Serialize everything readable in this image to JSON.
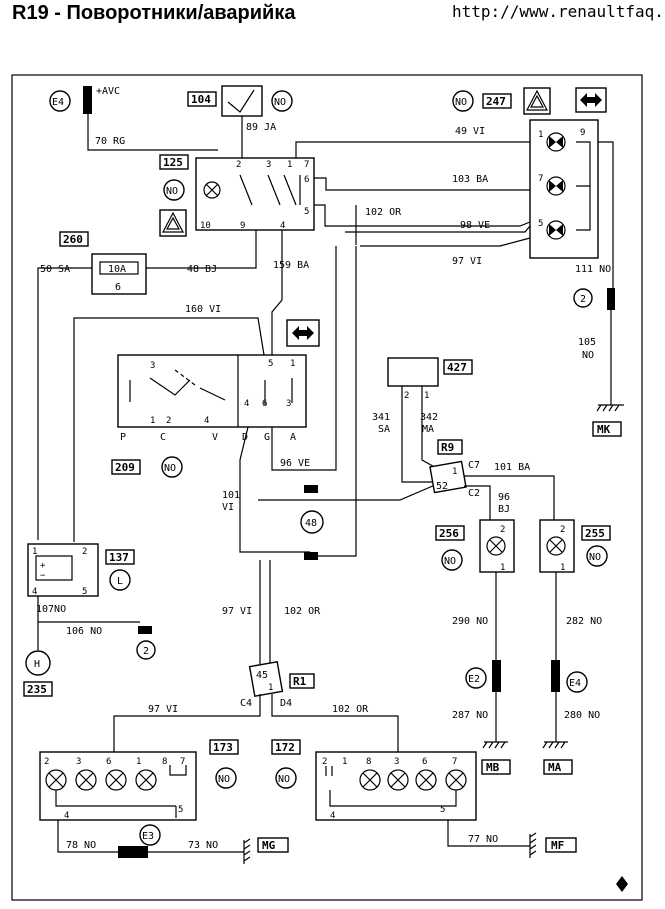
{
  "page": {
    "title": "R19 - Поворотники/аварийка",
    "site": "http://www.renaultfaq.ru"
  },
  "labels": {
    "e4_top": "E4",
    "avc": "+AVC",
    "w70": "70 RG",
    "c104": "104",
    "no_104": "NO",
    "w89": "89 JA",
    "c125": "125",
    "no_125": "NO",
    "no_247": "NO",
    "c247": "247",
    "w49": "49 VI",
    "w103": "103 BA",
    "w102a": "102 OR",
    "w98": "98 VE",
    "w97a": "97 VI",
    "w111": "111 NO",
    "g2a": "2",
    "w105": "105",
    "w105b": "NO",
    "mk": "MK",
    "c260": "260",
    "fuse_rating": "10A",
    "fuse_num": "6",
    "w50": "50 SA",
    "w48": "48 BJ",
    "w159": "159 BA",
    "w160": "160 VI",
    "c427": "427",
    "w341": "341",
    "w341b": "SA",
    "w342": "342",
    "w342b": "MA",
    "r9": "R9",
    "c7": "C7",
    "w101ba": "101 BA",
    "n52": "52",
    "c2": "C2",
    "w96bj": "96",
    "w96bj_b": "BJ",
    "c209": "209",
    "no_209": "NO",
    "w96ve": "96 VE",
    "w101vi": "101",
    "w101vi_b": "VI",
    "c48": "48",
    "c256": "256",
    "no_256": "NO",
    "c255": "255",
    "no_255": "NO",
    "c137": "137",
    "l137": "L",
    "w107": "107NO",
    "w106": "106 NO",
    "g2b": "2",
    "h": "H",
    "c235": "235",
    "w97b": "97 VI",
    "w102b": "102 OR",
    "w290": "290 NO",
    "w282": "282 NO",
    "e2": "E2",
    "e4_bot": "E4",
    "w287": "287 NO",
    "w280": "280 NO",
    "mb": "MB",
    "ma": "MA",
    "r1": "R1",
    "n45": "45",
    "c4": "C4",
    "d4": "D4",
    "w97c": "97 VI",
    "w102c": "102 OR",
    "c173": "173",
    "c172": "172",
    "no_173": "NO",
    "no_172": "NO",
    "w78": "78 NO",
    "e3": "E3",
    "w73": "73 NO",
    "mg": "MG",
    "w77": "77 NO",
    "mf": "MF",
    "sw_p": "P",
    "sw_c": "C",
    "sw_v": "V",
    "sw_d": "D",
    "sw_g": "G",
    "sw_a": "A"
  }
}
